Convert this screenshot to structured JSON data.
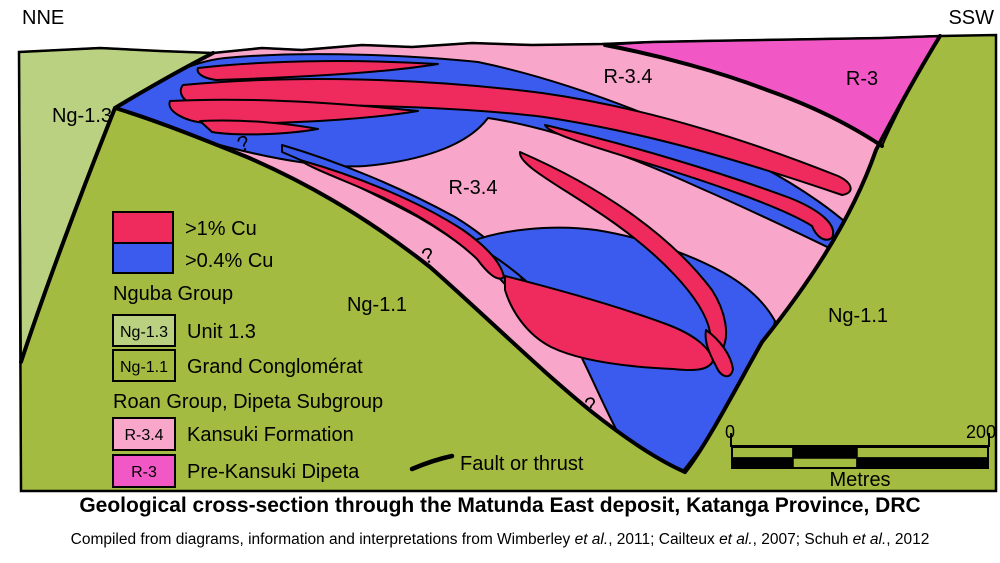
{
  "palette": {
    "background": "#FFFFFF",
    "light_green": "#B9D180",
    "olive": "#A4BB41",
    "pink": "#F9A6CB",
    "magenta": "#F257C6",
    "red": "#EF2A5C",
    "blue": "#3B5BEE",
    "line": "#000000"
  },
  "compass": {
    "left": "NNE",
    "right": "SSW"
  },
  "region_labels": {
    "ng13": "Ng-1.3",
    "r34_upper": "R-3.4",
    "r3": "R-3",
    "r34_main": "R-3.4",
    "ng11_left": "Ng-1.1",
    "ng11_right": "Ng-1.1"
  },
  "question_mark": "?",
  "legend": {
    "cu_grades": [
      {
        "label": ">1% Cu",
        "color": "#EF2A5C"
      },
      {
        "label": ">0.4% Cu",
        "color": "#3B5BEE"
      }
    ],
    "nguba": {
      "header": "Nguba Group",
      "items": [
        {
          "code": "Ng-1.3",
          "name": "Unit 1.3",
          "color": "#B9D180"
        },
        {
          "code": "Ng-1.1",
          "name": "Grand Conglomérat",
          "color": "#A4BB41"
        }
      ]
    },
    "roan": {
      "header": "Roan Group, Dipeta Subgroup",
      "items": [
        {
          "code": "R-3.4",
          "name": "Kansuki Formation",
          "color": "#F9A6CB"
        },
        {
          "code": "R-3",
          "name": "Pre-Kansuki Dipeta",
          "color": "#F257C6"
        }
      ]
    },
    "fault_label": "Fault or thrust"
  },
  "scale_bar": {
    "start": "0",
    "end": "200",
    "unit": "Metres"
  },
  "title": "Geological cross-section through the Matunda East deposit, Katanga Province, DRC",
  "caption_segments": [
    {
      "text": "Compiled from diagrams, information and interpretations from Wimberley ",
      "italic": false
    },
    {
      "text": "et al.",
      "italic": true
    },
    {
      "text": ", 2011; Cailteux ",
      "italic": false
    },
    {
      "text": "et al.",
      "italic": true
    },
    {
      "text": ", 2007; Schuh ",
      "italic": false
    },
    {
      "text": "et al.",
      "italic": true
    },
    {
      "text": ", 2012",
      "italic": false
    }
  ]
}
